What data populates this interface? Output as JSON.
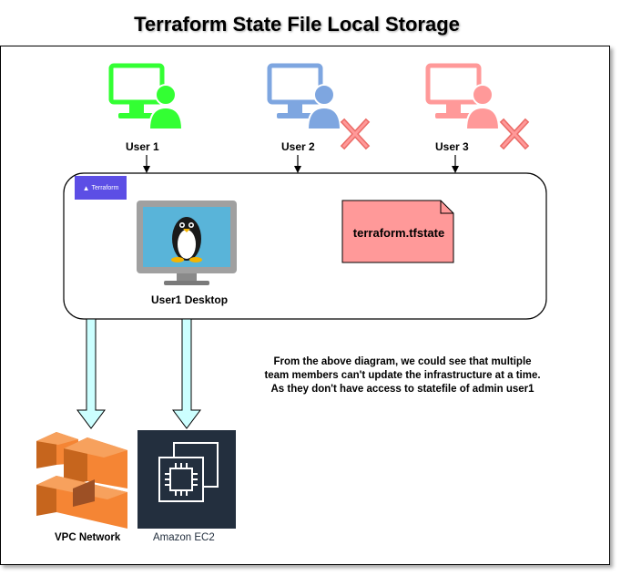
{
  "title": "Terraform State File Local Storage",
  "users": [
    {
      "label": "User 1",
      "color": "#33ff33",
      "blocked": false
    },
    {
      "label": "User 2",
      "color": "#7ea6e0",
      "blocked": true
    },
    {
      "label": "User 3",
      "color": "#ff9999",
      "blocked": true
    }
  ],
  "blocked_color": "#ea6b66",
  "terraform_badge": {
    "text": "Terraform",
    "color": "#5c4ee5"
  },
  "desktop": {
    "label": "User1 Desktop",
    "icon": "linux-desktop-icon"
  },
  "state_file": {
    "label": "terraform.tfstate",
    "color": "#ff9999"
  },
  "note": {
    "lines": [
      "From the above diagram, we could see that multiple",
      "team members can't update the infrastructure at a time.",
      "As they don't have access to statefile of admin user1"
    ]
  },
  "resources": [
    {
      "label": "VPC Network",
      "icon": "aws-vpc-icon",
      "color": "#f58534"
    },
    {
      "label": "Amazon EC2",
      "icon": "aws-ec2-icon",
      "color": "#232f3e"
    }
  ],
  "arrow_fill": "#ccffff"
}
